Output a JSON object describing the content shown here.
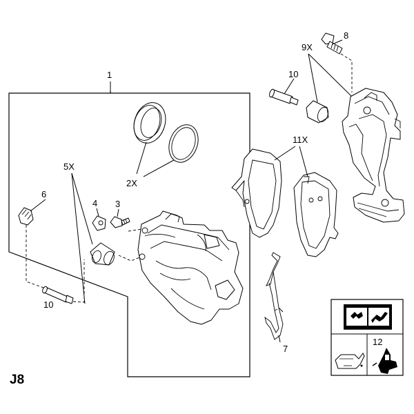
{
  "page_code": "J8",
  "callouts": {
    "c1": "1",
    "c2": "2X",
    "c3": "3",
    "c4": "4",
    "c5": "5X",
    "c6": "6",
    "c7": "7",
    "c8": "8",
    "c9": "9X",
    "c10a": "10",
    "c10b": "10",
    "c11": "11X",
    "c12": "12"
  },
  "icons": {
    "manual": "repair-manual-icon",
    "oil": "oil-can-icon",
    "bleeder": "bleeder-valve-icon"
  }
}
